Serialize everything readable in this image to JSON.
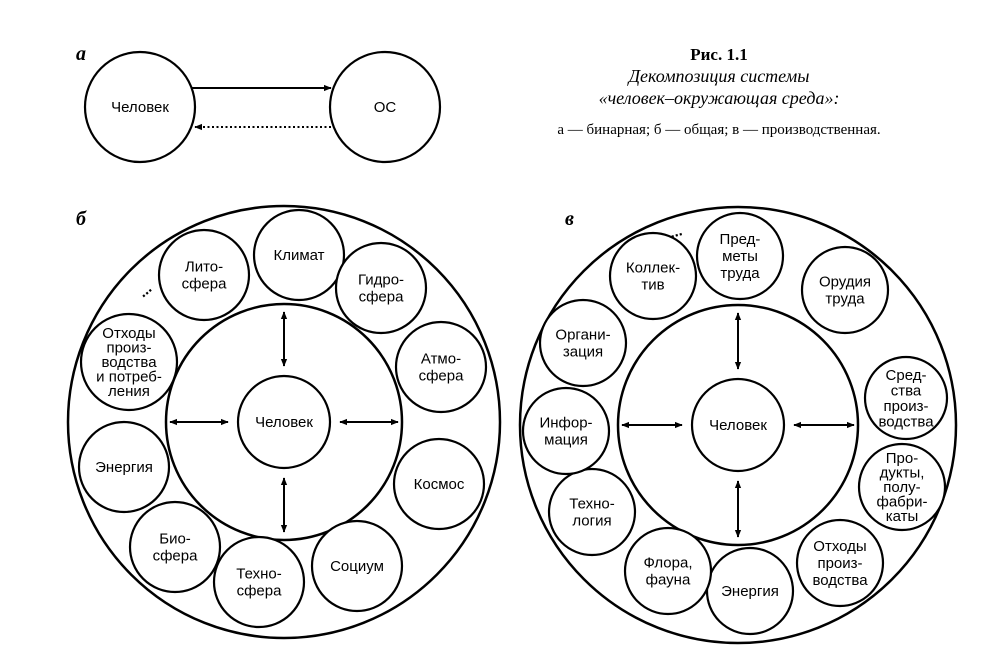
{
  "caption": {
    "fig": "Рис. 1.1",
    "line1": "Декомпозиция системы",
    "line2": "«человек–окружающая среда»:",
    "line3": "а — бинарная; б — общая; в — производственная."
  },
  "panel_a": {
    "letter": "а",
    "human": "Человек",
    "env": "ОС"
  },
  "panel_b": {
    "letter": "б",
    "center": "Человек",
    "ellipsis": "...",
    "items": [
      [
        "Лито-",
        "сфера"
      ],
      [
        "Климат"
      ],
      [
        "Гидро-",
        "сфера"
      ],
      [
        "Атмо-",
        "сфера"
      ],
      [
        "Космос"
      ],
      [
        "Социум"
      ],
      [
        "Техно-",
        "сфера"
      ],
      [
        "Био-",
        "сфера"
      ],
      [
        "Энергия"
      ],
      [
        "Отходы",
        "произ-",
        "водства",
        "и потреб-",
        "ления"
      ]
    ]
  },
  "panel_v": {
    "letter": "в",
    "center": "Человек",
    "ellipsis": "...",
    "items": [
      [
        "Пред-",
        "меты",
        "труда"
      ],
      [
        "Орудия",
        "труда"
      ],
      [
        "Сред-",
        "ства",
        "произ-",
        "водства"
      ],
      [
        "Про-",
        "дукты,",
        "полу-",
        "фабри-",
        "каты"
      ],
      [
        "Отходы",
        "произ-",
        "водства"
      ],
      [
        "Энергия"
      ],
      [
        "Флора,",
        "фауна"
      ],
      [
        "Техно-",
        "логия"
      ],
      [
        "Инфор-",
        "мация"
      ],
      [
        "Органи-",
        "зация"
      ],
      [
        "Коллек-",
        "тив"
      ]
    ]
  }
}
